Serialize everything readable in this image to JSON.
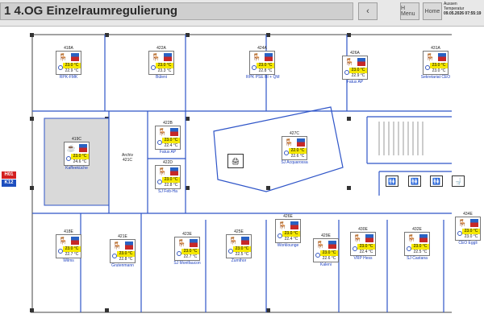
{
  "header": {
    "title": "1 4.OG Einzelraumregulierung",
    "back_label": "‹",
    "hmenu_label": "H Menu",
    "home_label": "Home",
    "outside_label_1": "Aussen",
    "outside_label_2": "Temperatur",
    "timestamp": "09.05.2026 07:55:19"
  },
  "side_tags": {
    "h01": "H01",
    "k12": "K12"
  },
  "labels": {
    "archiv": "Archiv",
    "archiv_code": "421C"
  },
  "rooms": [
    {
      "id": "418A",
      "set": "23.0 °C",
      "act": "22.9 °C",
      "name": "RPK-FMK"
    },
    {
      "id": "422A",
      "set": "23.0 °C",
      "act": "23.3 °C",
      "name": "Büleni"
    },
    {
      "id": "424A",
      "set": "23.0 °C",
      "act": "22.8 °C",
      "name": "RPK PSE BI + QM"
    },
    {
      "id": "426A",
      "set": "23.0 °C",
      "act": "22.9 °C",
      "name": "Fatus AP"
    },
    {
      "id": "431A",
      "set": "23.0 °C",
      "act": "23.0 °C",
      "name": "Sekretariat CEO"
    },
    {
      "id": "419C",
      "set": "23.0 °C",
      "act": "24.6 °C",
      "name": "Kaffeeküche"
    },
    {
      "id": "422B",
      "set": "23.0 °C",
      "act": "22.4 °C",
      "name": "Fatus AP"
    },
    {
      "id": "422D",
      "set": "23.0 °C",
      "act": "22.8 °C",
      "name": "SJ Feb-Ha"
    },
    {
      "id": "427C",
      "set": "22.0 °C",
      "act": "22.6 °C",
      "name": "SJ Acquarossa"
    },
    {
      "id": "418E",
      "set": "23.0 °C",
      "act": "22.7 °C",
      "name": "Wilms"
    },
    {
      "id": "421E",
      "set": "23.0 °C",
      "act": "22.8 °C",
      "name": "Grutenmann"
    },
    {
      "id": "423E",
      "set": "23.0 °C",
      "act": "22.7 °C",
      "name": "SJ Montfaucon"
    },
    {
      "id": "425E",
      "set": "23.0 °C",
      "act": "22.5 °C",
      "name": "Zumthor"
    },
    {
      "id": "426E",
      "set": "23.0 °C",
      "act": "22.4 °C",
      "name": "Worklounge"
    },
    {
      "id": "429E",
      "set": "23.0 °C",
      "act": "22.6 °C",
      "name": "Kaleni"
    },
    {
      "id": "430E",
      "set": "23.0 °C",
      "act": "22.4 °C",
      "name": "VRP Hess"
    },
    {
      "id": "432E",
      "set": "23.0 °C",
      "act": "22.5 °C",
      "name": "SJ Castana"
    },
    {
      "id": "434E",
      "set": "23.0 °C",
      "act": "23.0 °C",
      "name": "CEO Eggli"
    }
  ],
  "icons": {
    "desk": "desk-icon",
    "coffee": "coffee-icon",
    "printer": "printer-icon",
    "toilet": "toilet-icon",
    "wc": "wc-icon"
  },
  "colors": {
    "wall": "#2f55c8",
    "setpoint_bg": "#f5e800",
    "h01_tag": "#d32020",
    "k12_tag": "#1e4fbf",
    "kitchen_fill": "#d9d9d9"
  }
}
